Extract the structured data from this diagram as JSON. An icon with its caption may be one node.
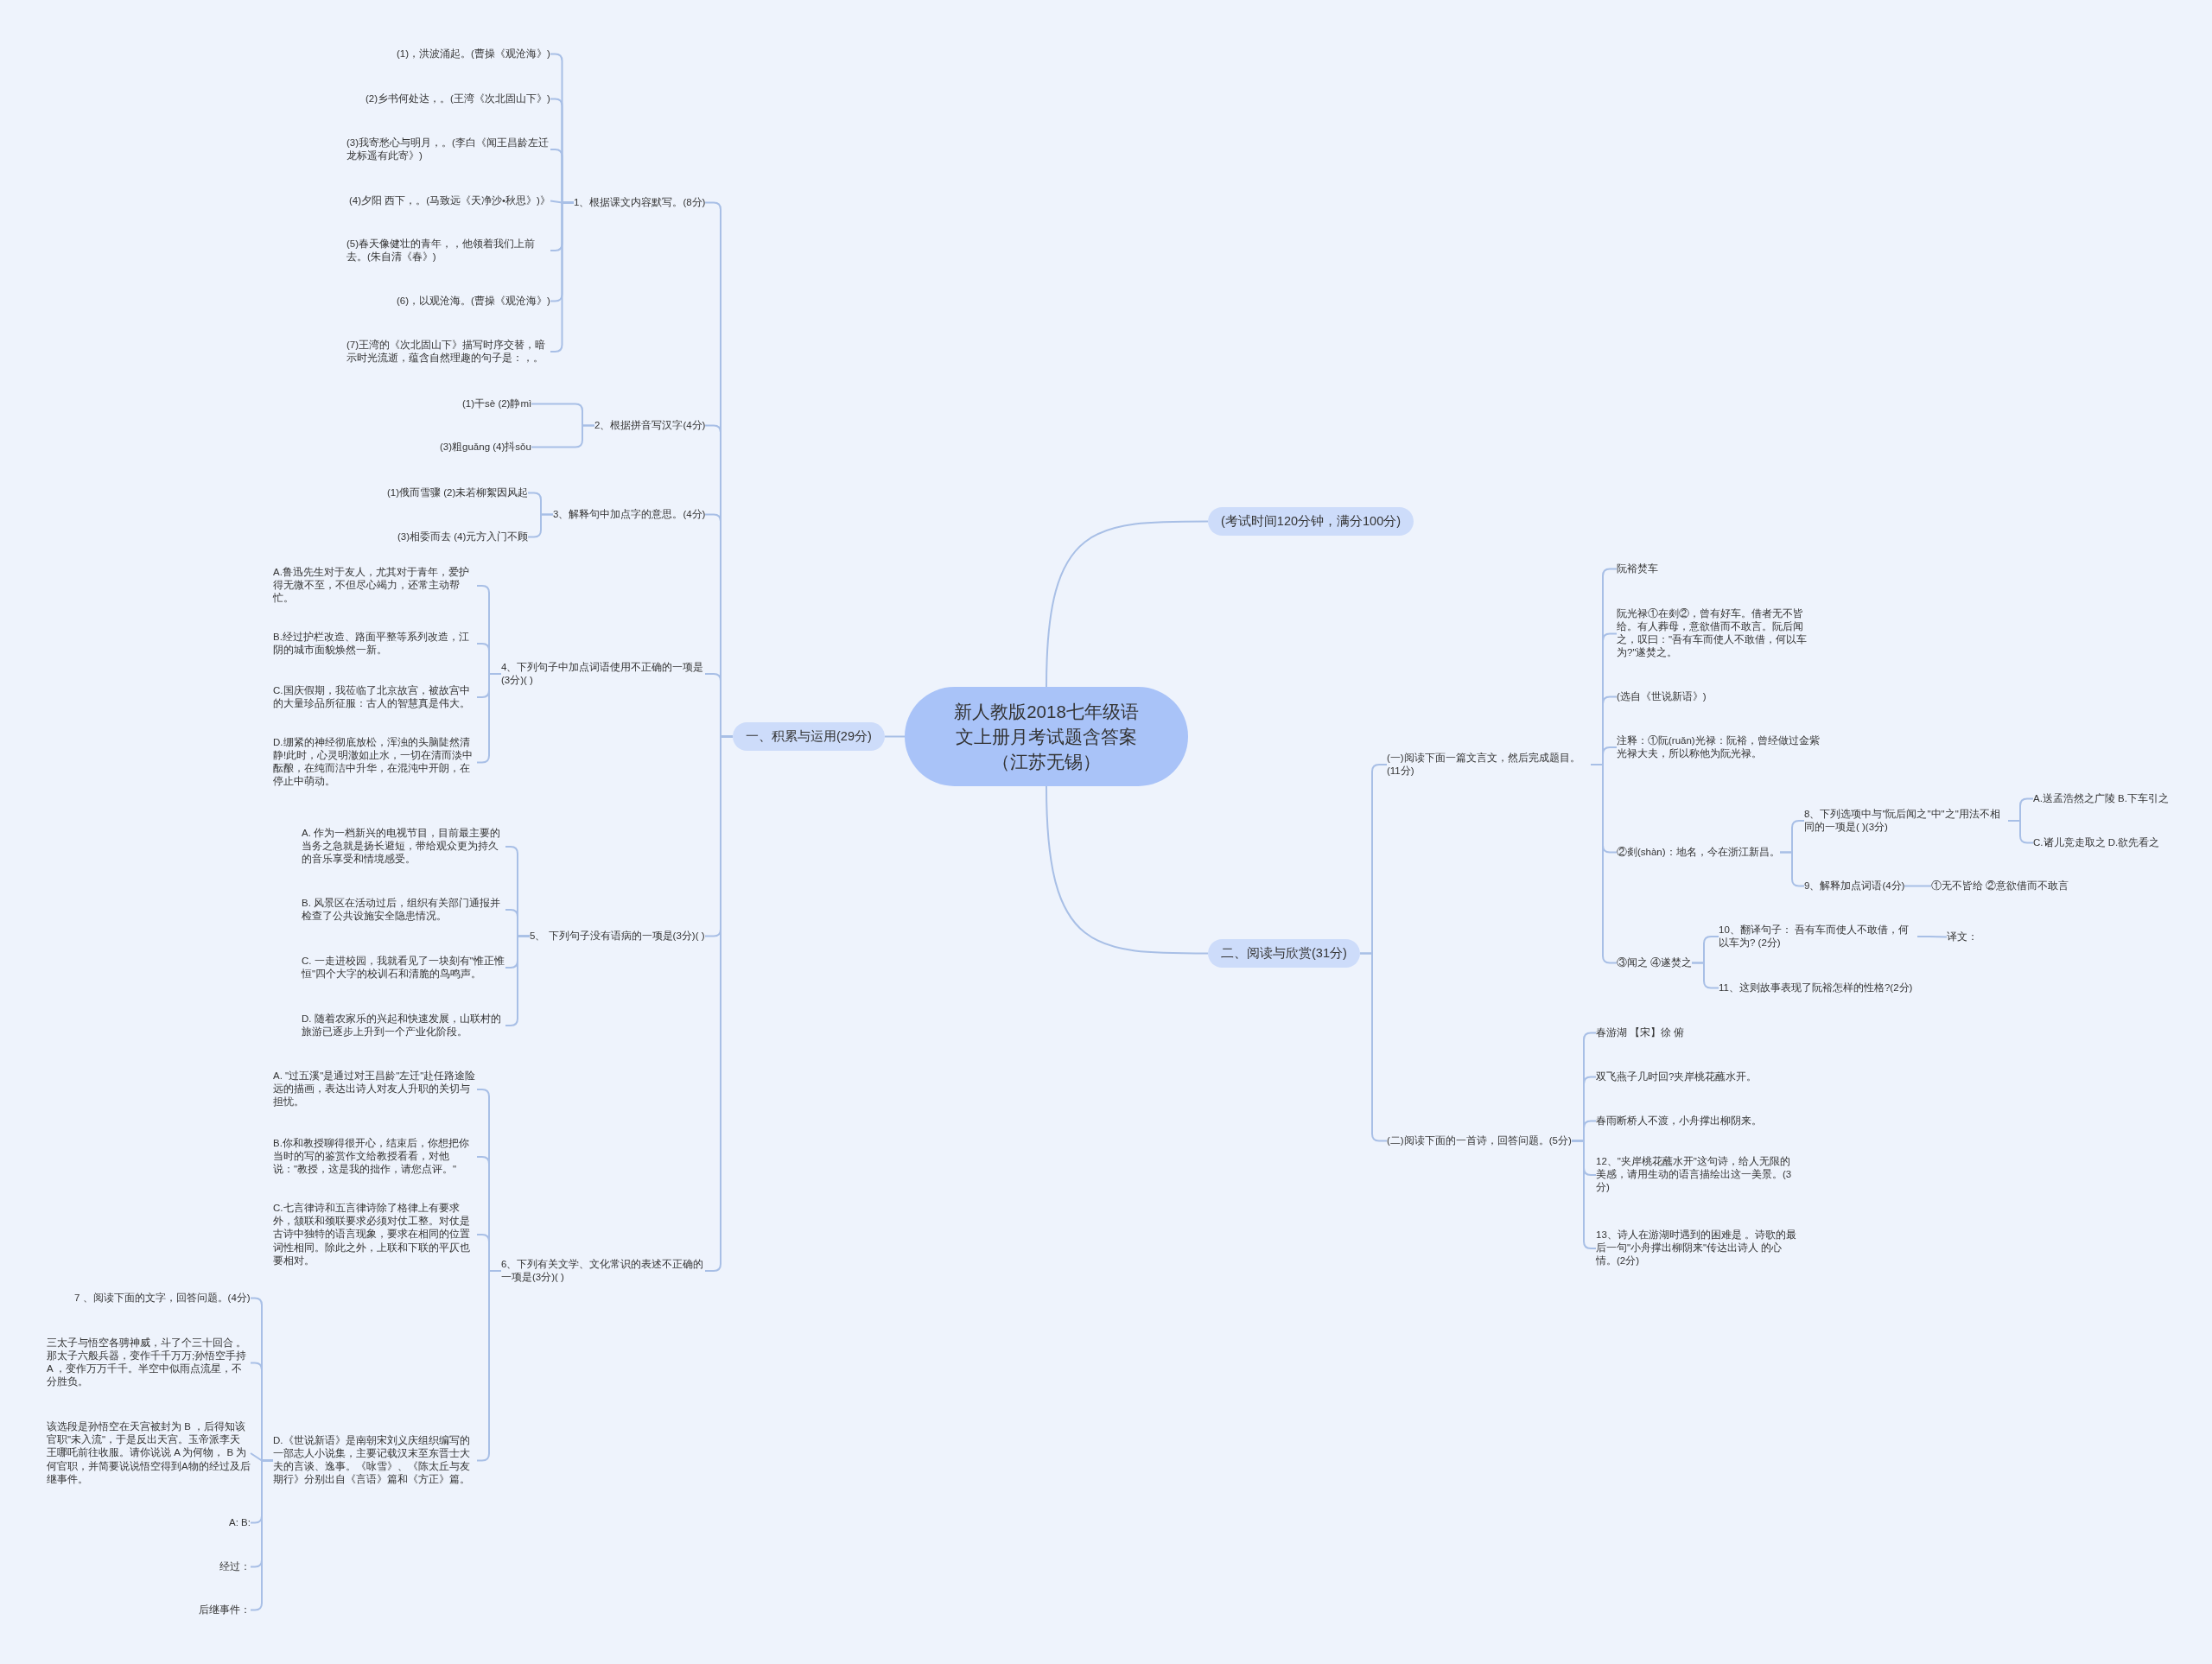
{
  "diagram": {
    "nodes": [
      {
        "text": [
          "新人教版2018七年级语文上册月考试题含答案（江苏无锡）"
        ]
      },
      {
        "text": [
          "一、积累与运用(29分)"
        ]
      },
      {
        "text": [
          "(考试时间120分钟，满分100分)"
        ]
      },
      {
        "text": [
          "二、阅读与欣赏(31分)"
        ]
      },
      {
        "text": [
          "1、根据课文内容默写。(8分)"
        ]
      },
      {
        "text": [
          "(1)，洪波涌起。(曹操《观沧海》)"
        ]
      },
      {
        "text": [
          "(2)乡书何处达，。(王湾《次北固山下》)"
        ]
      },
      {
        "text": [
          "(3)我寄愁心与明月，。(李白《闻王昌龄左迁龙标遥有此寄》)"
        ]
      },
      {
        "text": [
          "(4)夕阳 西下，。(马致远《天净沙•秋思》)》"
        ]
      },
      {
        "text": [
          "(5)春天像健壮的青年，，他领着我们上前去。(朱自清《春》)"
        ]
      },
      {
        "text": [
          "(6)，以观沧海。(曹操《观沧海》)"
        ]
      },
      {
        "text": [
          "(7)王湾的《次北固山下》描写时序交替，暗示时光流逝，蕴含自然理趣的句子是：，。"
        ]
      },
      {
        "text": [
          "2、根据拼音写汉字(4分)"
        ]
      },
      {
        "text": [
          "(1)干sè (2)静mì"
        ]
      },
      {
        "text": [
          "(3)粗guǎng (4)抖sǒu"
        ]
      },
      {
        "text": [
          "3、解释句中加点字的意思。(4分)"
        ]
      },
      {
        "text": [
          "(1)俄而雪骤 (2)未若柳絮因风起"
        ]
      },
      {
        "text": [
          "(3)相委而去 (4)元方入门不顾"
        ]
      },
      {
        "text": [
          "4、下列句子中加点词语使用不正确的一项是(3分)( )"
        ]
      },
      {
        "text": [
          "A.鲁迅先生对于友人，尤其对于青年，爱护得无微不至，不但尽心竭力，还常主动帮忙。"
        ]
      },
      {
        "text": [
          "B.经过护栏改造、路面平整等系列改造，江阴的城市面貌焕然一新。"
        ]
      },
      {
        "text": [
          "C.国庆假期，我莅临了北京故宫，被故宫中的大量珍品所征服：古人的智慧真是伟大。"
        ]
      },
      {
        "text": [
          "D.绷紧的神经彻底放松，浑浊的头脑陡然清静!此时，心灵明澈如止水，一切在清而淡中酝酿，在纯而洁中升华，在混沌中开朗，在停止中萌动。"
        ]
      },
      {
        "text": [
          "5、 下列句子没有语病的一项是(3分)( )"
        ]
      },
      {
        "text": [
          "A. 作为一档新兴的电视节目，目前最主要的当务之急就是扬长避短，带给观众更为持久的音乐享受和情境感受。"
        ]
      },
      {
        "text": [
          "B. 风景区在活动过后，组织有关部门通报并检查了公共设施安全隐患情况。"
        ]
      },
      {
        "text": [
          "C. 一走进校园，我就看见了一块刻有\"惟正惟恒\"四个大字的校训石和清脆的鸟鸣声。"
        ]
      },
      {
        "text": [
          "D. 随着农家乐的兴起和快速发展，山联村的旅游已逐步上升到一个产业化阶段。"
        ]
      },
      {
        "text": [
          "6、下列有关文学、文化常识的表述不正确的一项是(3分)( )"
        ]
      },
      {
        "text": [
          "A. \"过五溪\"是通过对王昌龄\"左迁\"赴任路途险远的描画，表达出诗人对友人升职的关切与担忧。"
        ]
      },
      {
        "text": [
          "B.你和教授聊得很开心，结束后，你想把你当时的写的鉴赏作文给教授看看，对他说：\"教授，这是我的拙作，请您点评。\""
        ]
      },
      {
        "text": [
          "C.七言律诗和五言律诗除了格律上有要求外，颔联和颈联要求必须对仗工整。对仗是古诗中独特的语言现象，要求在相同的位置词性相同。除此之外，上联和下联的平仄也要相对。"
        ]
      },
      {
        "text": [
          "D.《世说新语》是南朝宋刘义庆组织编写的一部志人小说集，主要记载汉末至东晋士大夫的言谈、逸事。《咏雪》、《陈太丘与友期行》分别出自《言语》篇和《方正》篇。"
        ]
      },
      {
        "text": [
          "7 、阅读下面的文字，回答问题。(4分)"
        ]
      },
      {
        "text": [
          "三太子与悟空各骋神威，斗了个三十回合 。那太子六般兵器，变作千千万万;孙悟空手持 A ，变作万万千千。半空中似雨点流星，不分胜负。"
        ]
      },
      {
        "text": [
          "该选段是孙悟空在天宫被封为 B ，后得知该官职\"未入流\"，于是反出天宫。玉帝派李天王哪吒前往收服。请你说说 A 为何物， B 为何官职，并简要说说悟空得到A物的经过及后继事件。"
        ]
      },
      {
        "text": [
          "A: B:"
        ]
      },
      {
        "text": [
          "经过："
        ]
      },
      {
        "text": [
          "后继事件："
        ]
      },
      {
        "text": [
          "(一)阅读下面一篇文言文，然后完成题目。(11分)"
        ]
      },
      {
        "text": [
          "阮裕焚车"
        ]
      },
      {
        "text": [
          "阮光禄①在剡②，曾有好车。借者无不皆给。有人葬母，意欲借而不敢言。阮后闻之，叹曰：\"吾有车而使人不敢借，何以车为?\"遂焚之。"
        ]
      },
      {
        "text": [
          "(选自《世说新语》)"
        ]
      },
      {
        "text": [
          "注释：①阮(ruǎn)光禄：阮裕，曾经做过金紫光禄大夫，所以称他为阮光禄。"
        ]
      },
      {
        "text": [
          "②剡(shàn)：地名，今在浙江新昌。"
        ]
      },
      {
        "text": [
          "8、下列选项中与\"阮后闻之\"中\"之\"用法不相同的一项是( )(3分)"
        ]
      },
      {
        "text": [
          "A.送孟浩然之广陵 B.下车引之"
        ]
      },
      {
        "text": [
          "C.诸儿竞走取之 D.欲先看之"
        ]
      },
      {
        "text": [
          "9、解释加点词语(4分)"
        ]
      },
      {
        "text": [
          "①无不皆给 ②意欲借而不敢言"
        ]
      },
      {
        "text": [
          "③闻之 ④遂焚之"
        ]
      },
      {
        "text": [
          "10、翻译句子： 吾有车而使人不敢借，何以车为? (2分)"
        ]
      },
      {
        "text": [
          "译文："
        ]
      },
      {
        "text": [
          "11、这则故事表现了阮裕怎样的性格?(2分)"
        ]
      },
      {
        "text": [
          "(二)阅读下面的一首诗，回答问题。(5分)"
        ]
      },
      {
        "text": [
          "春游湖 【宋】徐 俯"
        ]
      },
      {
        "text": [
          "双飞燕子几时回?夹岸桃花蘸水开。"
        ]
      },
      {
        "text": [
          "春雨断桥人不渡，小舟撑出柳阴来。"
        ]
      },
      {
        "text": [
          "12、\"夹岸桃花蘸水开\"这句诗，给人无限的美感，请用生动的语言描绘出这一美景。(3分)"
        ]
      },
      {
        "text": [
          "13、诗人在游湖时遇到的困难是 。诗歌的最后一句\"小舟撑出柳阴来\"传达出诗人 的心情。(2分)"
        ]
      }
    ],
    "edges": [
      {
        "from": 0,
        "to": 1,
        "arrow": "none"
      },
      {
        "from": 0,
        "to": 2,
        "arrow": "none"
      },
      {
        "from": 0,
        "to": 3,
        "arrow": "none"
      },
      {
        "from": 1,
        "to": 4,
        "arrow": "none"
      },
      {
        "from": 4,
        "to": 5,
        "arrow": "none"
      },
      {
        "from": 4,
        "to": 6,
        "arrow": "none"
      },
      {
        "from": 4,
        "to": 7,
        "arrow": "none"
      },
      {
        "from": 4,
        "to": 8,
        "arrow": "none"
      },
      {
        "from": 4,
        "to": 9,
        "arrow": "none"
      },
      {
        "from": 4,
        "to": 10,
        "arrow": "none"
      },
      {
        "from": 4,
        "to": 11,
        "arrow": "none"
      },
      {
        "from": 1,
        "to": 12,
        "arrow": "none"
      },
      {
        "from": 12,
        "to": 13,
        "arrow": "none"
      },
      {
        "from": 12,
        "to": 14,
        "arrow": "none"
      },
      {
        "from": 1,
        "to": 15,
        "arrow": "none"
      },
      {
        "from": 15,
        "to": 16,
        "arrow": "none"
      },
      {
        "from": 15,
        "to": 17,
        "arrow": "none"
      },
      {
        "from": 1,
        "to": 18,
        "arrow": "none"
      },
      {
        "from": 18,
        "to": 19,
        "arrow": "none"
      },
      {
        "from": 18,
        "to": 20,
        "arrow": "none"
      },
      {
        "from": 18,
        "to": 21,
        "arrow": "none"
      },
      {
        "from": 18,
        "to": 22,
        "arrow": "none"
      },
      {
        "from": 1,
        "to": 23,
        "arrow": "none"
      },
      {
        "from": 23,
        "to": 24,
        "arrow": "none"
      },
      {
        "from": 23,
        "to": 25,
        "arrow": "none"
      },
      {
        "from": 23,
        "to": 26,
        "arrow": "none"
      },
      {
        "from": 23,
        "to": 27,
        "arrow": "none"
      },
      {
        "from": 1,
        "to": 28,
        "arrow": "none"
      },
      {
        "from": 28,
        "to": 29,
        "arrow": "none"
      },
      {
        "from": 28,
        "to": 30,
        "arrow": "none"
      },
      {
        "from": 28,
        "to": 31,
        "arrow": "none"
      },
      {
        "from": 28,
        "to": 32,
        "arrow": "none"
      },
      {
        "from": 32,
        "to": 33,
        "arrow": "none"
      },
      {
        "from": 32,
        "to": 34,
        "arrow": "none"
      },
      {
        "from": 32,
        "to": 35,
        "arrow": "none"
      },
      {
        "from": 32,
        "to": 36,
        "arrow": "none"
      },
      {
        "from": 32,
        "to": 37,
        "arrow": "none"
      },
      {
        "from": 32,
        "to": 38,
        "arrow": "none"
      },
      {
        "from": 3,
        "to": 39,
        "arrow": "none"
      },
      {
        "from": 39,
        "to": 40,
        "arrow": "none"
      },
      {
        "from": 39,
        "to": 41,
        "arrow": "none"
      },
      {
        "from": 39,
        "to": 42,
        "arrow": "none"
      },
      {
        "from": 39,
        "to": 43,
        "arrow": "none"
      },
      {
        "from": 39,
        "to": 44,
        "arrow": "none"
      },
      {
        "from": 44,
        "to": 45,
        "arrow": "none"
      },
      {
        "from": 45,
        "to": 46,
        "arrow": "none"
      },
      {
        "from": 45,
        "to": 47,
        "arrow": "none"
      },
      {
        "from": 44,
        "to": 48,
        "arrow": "none"
      },
      {
        "from": 48,
        "to": 49,
        "arrow": "none"
      },
      {
        "from": 39,
        "to": 50,
        "arrow": "none"
      },
      {
        "from": 50,
        "to": 51,
        "arrow": "none"
      },
      {
        "from": 51,
        "to": 52,
        "arrow": "none"
      },
      {
        "from": 50,
        "to": 53,
        "arrow": "none"
      },
      {
        "from": 3,
        "to": 54,
        "arrow": "none"
      },
      {
        "from": 54,
        "to": 55,
        "arrow": "none"
      },
      {
        "from": 54,
        "to": 56,
        "arrow": "none"
      },
      {
        "from": 54,
        "to": 57,
        "arrow": "none"
      },
      {
        "from": 54,
        "to": 58,
        "arrow": "none"
      },
      {
        "from": 54,
        "to": 59,
        "arrow": "none"
      }
    ]
  }
}
